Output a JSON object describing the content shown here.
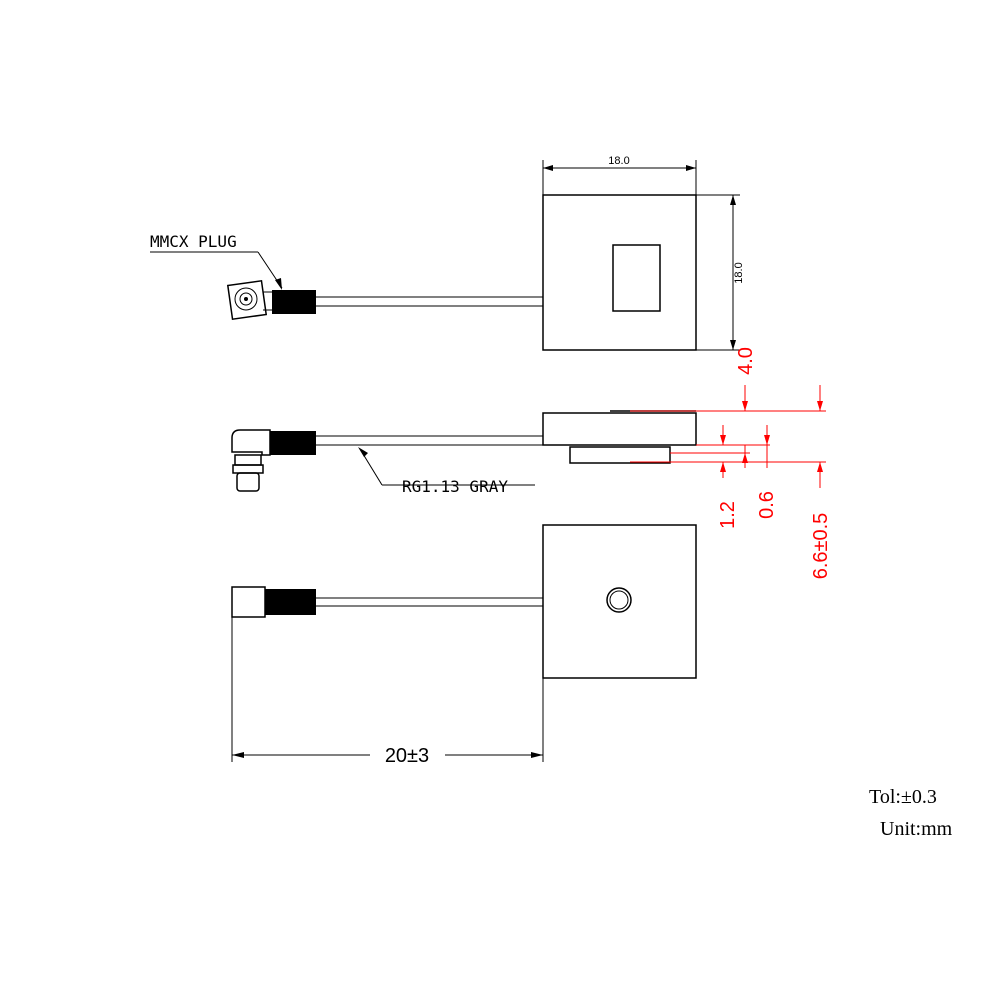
{
  "labels": {
    "connector": "MMCX PLUG",
    "cable": "RG1.13 GRAY"
  },
  "dimensions": {
    "top_width": "18.0",
    "top_height": "18.0",
    "cable_length": "20±3",
    "d_4_0": "4.0",
    "d_1_2": "1.2",
    "d_0_6": "0.6",
    "d_6_6": "6.6±0.5"
  },
  "notes": {
    "tolerance": "Tol:±0.3",
    "unit": "Unit:mm"
  },
  "colors": {
    "line": "#000000",
    "dimension_accent": "#ff0000"
  }
}
